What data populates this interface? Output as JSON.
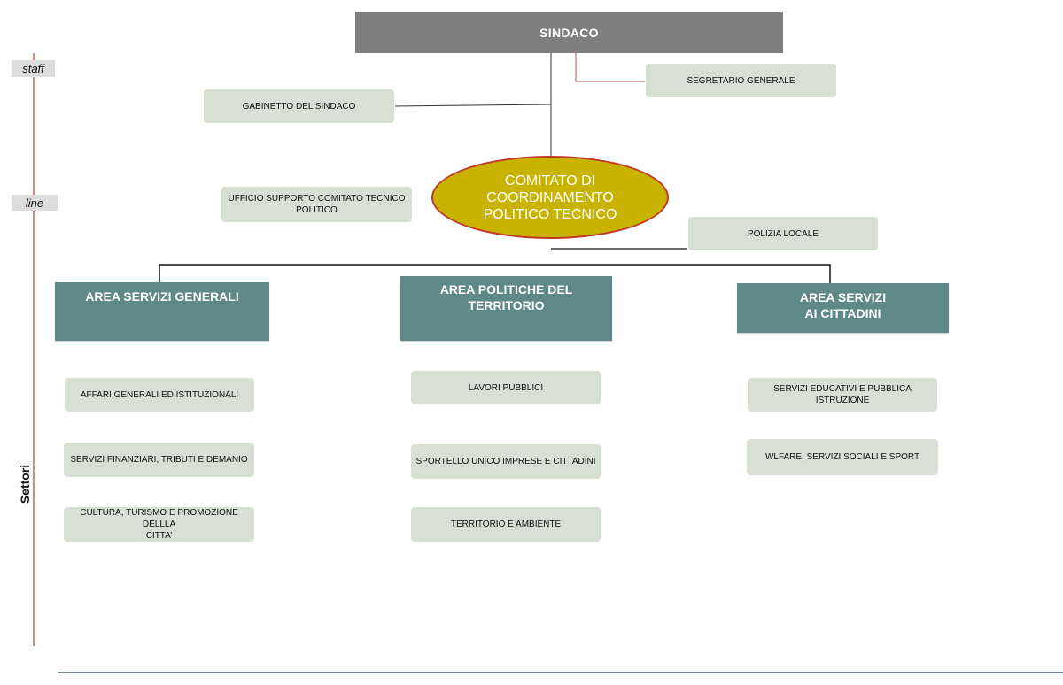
{
  "top": {
    "label": "SINDACO"
  },
  "staff_units": {
    "segretario": "SEGRETARIO  GENERALE",
    "gabinetto": "GABINETTO  DEL SINDACO",
    "ufficio_supporto": "UFFICIO SUPPORTO COMITATO TECNICO\nPOLITICO",
    "polizia": "POLIZIA LOCALE"
  },
  "committee": {
    "label": "COMITATO DI\nCOORDINAMENTO\nPOLITICO TECNICO"
  },
  "side_labels": {
    "staff": "staff",
    "line": "line",
    "settori": "Settori"
  },
  "areas": [
    {
      "label": "AREA SERVIZI GENERALI",
      "settori": [
        "AFFARI  GENERALI ED  ISTITUZIONALI",
        "SERVIZI FINANZIARI, TRIBUTI E DEMANIO",
        "CULTURA, TURISMO E PROMOZIONE DELLLA\nCITTA’"
      ]
    },
    {
      "label": "AREA POLITICHE DEL TERRITORIO",
      "settori": [
        "LAVORI PUBBLICI",
        "SPORTELLO UNICO IMPRESE E CITTADINI",
        "TERRITORIO E AMBIENTE"
      ]
    },
    {
      "label": "AREA SERVIZI\nAI CITTADINI",
      "settori": [
        "SERVIZI  EDUCATIVI E PUBBLICA ISTRUZIONE",
        "WLFARE, SERVIZI SOCIALI E SPORT"
      ]
    }
  ],
  "colors": {
    "top_box": "#7f7f7f",
    "unit_box": "#d7e0d3",
    "area_box": "#5f8888",
    "committee_fill": "#c8b400",
    "committee_border": "#c0392b",
    "left_axis": "#c0392b",
    "bottom_rule": "#4a5a6a"
  }
}
